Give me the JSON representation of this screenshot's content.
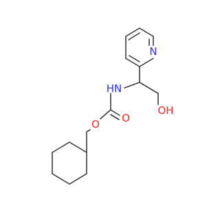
{
  "atoms": [
    {
      "id": "N_pyridine",
      "label": "N",
      "color": "#2b2bff"
    },
    {
      "id": "N_amide",
      "label": "HN",
      "color": "#2b2bff"
    },
    {
      "id": "O_ester",
      "label": "O",
      "color": "#ff2020"
    },
    {
      "id": "O_carbonyl",
      "label": "O",
      "color": "#ff2020"
    },
    {
      "id": "O_hydroxyl",
      "label": "OH",
      "color": "#ff2020"
    }
  ],
  "colors": {
    "bond": "#3a3a3a",
    "nitrogen": "#2b2bff",
    "oxygen": "#ff2020"
  }
}
